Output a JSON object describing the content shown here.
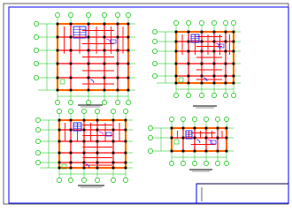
{
  "sheet": {
    "background": "#ffffff",
    "frame_color": "#0000ff",
    "title_block": {
      "rows": 1
    }
  },
  "plans": [
    {
      "id": "plan-top-left",
      "columns": 5,
      "rows": 4,
      "has_scale_bar": true
    },
    {
      "id": "plan-top-right",
      "columns": 5,
      "rows": 4,
      "has_scale_bar": true
    },
    {
      "id": "plan-bottom-left",
      "columns": 5,
      "rows": 4,
      "has_scale_bar": true
    },
    {
      "id": "plan-bottom-right",
      "columns": 5,
      "rows": 2,
      "has_scale_bar": true
    }
  ],
  "colors": {
    "axis": "#00c000",
    "wall": "#ff0000",
    "wall_fill": "#ffff00",
    "detail": "#0000ff",
    "accent": "#ff00ff",
    "text": "#000000"
  }
}
